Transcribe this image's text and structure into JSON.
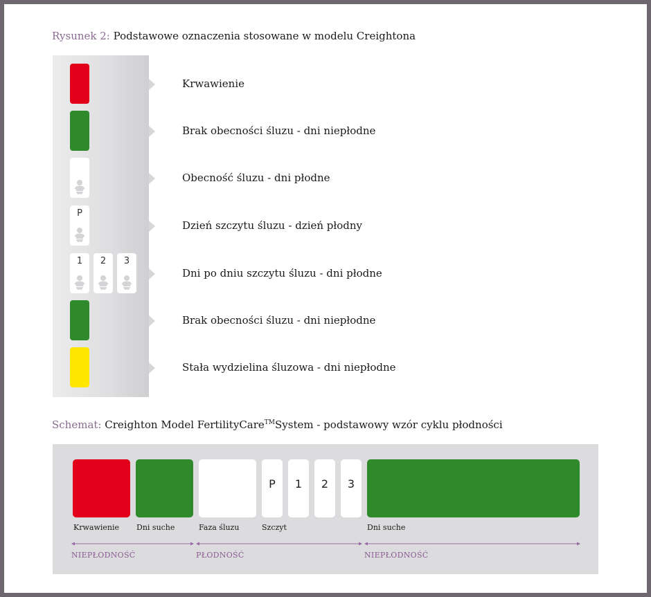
{
  "figure": {
    "prefix": "Rysunek 2:",
    "title": "Podstawowe oznaczenia stosowane w modelu Creightona"
  },
  "legend": [
    {
      "label": "Krwawienie",
      "stamps": [
        {
          "color": "red"
        }
      ]
    },
    {
      "label": "Brak obecności śluzu - dni niepłodne",
      "stamps": [
        {
          "color": "green"
        }
      ]
    },
    {
      "label": "Obecność śluzu - dni płodne",
      "stamps": [
        {
          "color": "white",
          "baby": true
        }
      ]
    },
    {
      "label": "Dzień szczytu śluzu - dzień płodny",
      "stamps": [
        {
          "color": "white",
          "baby": true,
          "letter": "P"
        }
      ]
    },
    {
      "label": "Dni po dniu szczytu śluzu - dni płodne",
      "stamps": [
        {
          "color": "white",
          "baby": true,
          "letter": "1"
        },
        {
          "color": "white",
          "baby": true,
          "letter": "2"
        },
        {
          "color": "white",
          "baby": true,
          "letter": "3"
        }
      ]
    },
    {
      "label": "Brak obecności śluzu - dni niepłodne",
      "stamps": [
        {
          "color": "green"
        }
      ]
    },
    {
      "label": "Stała wydzielina śluzowa - dni niepłodne",
      "stamps": [
        {
          "color": "yellow"
        }
      ]
    }
  ],
  "schema": {
    "prefix": "Schemat:",
    "title_main": "Creighton Model FertilityCare",
    "title_tm": "TM",
    "title_rest": "System - podstawowy wzór cyklu płodności",
    "boxes": [
      {
        "color": "red"
      },
      {
        "color": "green"
      },
      {
        "color": "white"
      },
      {
        "color": "white",
        "text": "P"
      },
      {
        "color": "white",
        "text": "1"
      },
      {
        "color": "white",
        "text": "2"
      },
      {
        "color": "white",
        "text": "3"
      },
      {
        "color": "green"
      }
    ],
    "phase_labels": [
      "Krwawienie",
      "Dni suche",
      "Faza śluzu",
      "Szczyt",
      "Dni suche"
    ],
    "ranges": [
      "NIEPŁODNOŚĆ",
      "PŁODNOŚĆ",
      "NIEPŁODNOŚĆ"
    ]
  },
  "colors": {
    "red": "#e2001a",
    "green": "#2f8a2c",
    "yellow": "#ffe600",
    "purple": "#8a6a91",
    "frame": "#6f6770"
  }
}
